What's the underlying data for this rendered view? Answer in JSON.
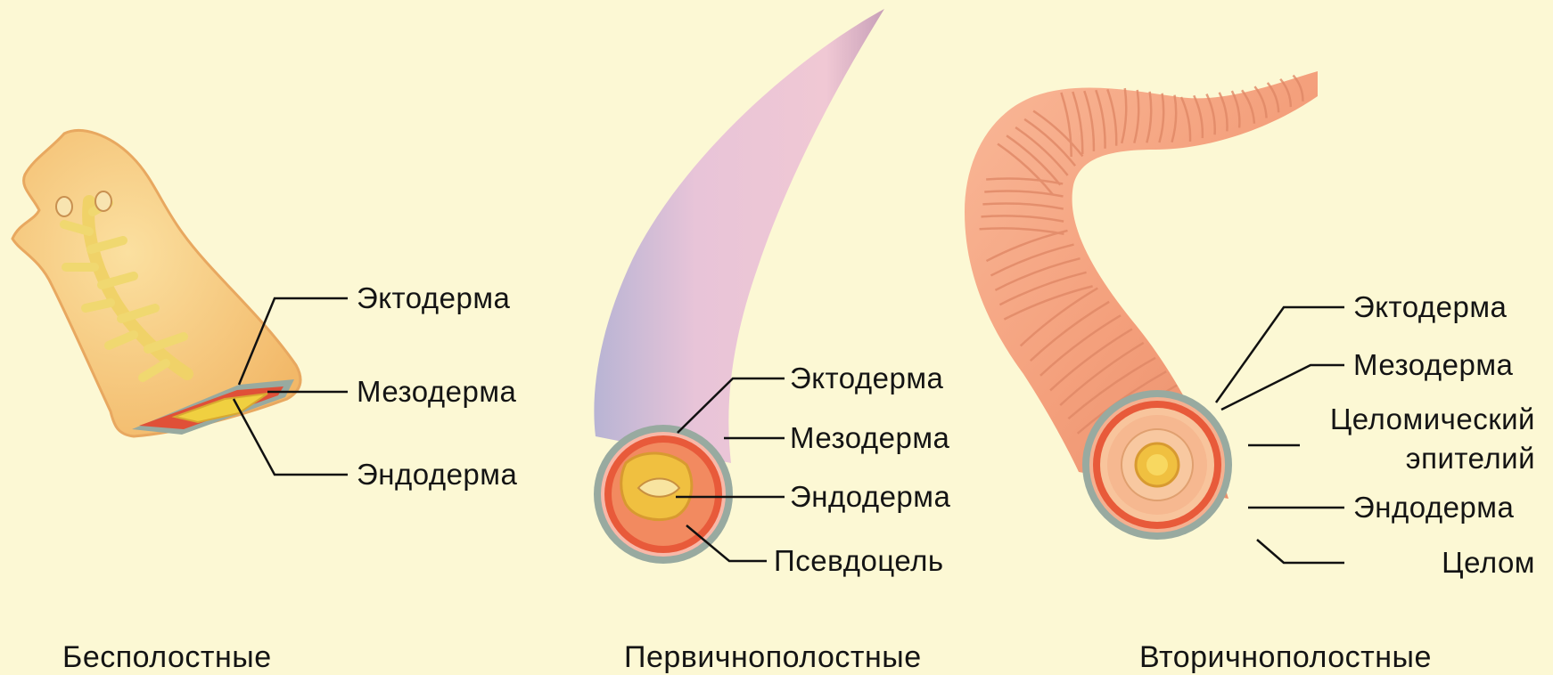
{
  "panels": [
    {
      "caption": "Бесполостные",
      "labels": {
        "ectoderm": "Эктодерма",
        "mesoderm": "Мезодерма",
        "endoderm": "Эндодерма"
      }
    },
    {
      "caption": "Первичнополостные",
      "labels": {
        "ectoderm": "Эктодерма",
        "mesoderm": "Мезодерма",
        "endoderm": "Эндодерма",
        "pseudocoel": "Псевдоцель"
      }
    },
    {
      "caption": "Вторичнополостные",
      "labels": {
        "ectoderm": "Эктодерма",
        "mesoderm": "Мезодерма",
        "coelomic_epithelium_1": "Целомический",
        "coelomic_epithelium_2": "эпителий",
        "endoderm": "Эндодерма",
        "coelom": "Целом"
      }
    }
  ],
  "colors": {
    "background": "#fcf8d4",
    "flatworm_body": "#f8c878",
    "roundworm_body": "#e8bcd0",
    "earthworm_body": "#f4a07c",
    "ectoderm": "#98aaa0",
    "mesoderm": "#e05038",
    "endoderm": "#f0d040"
  }
}
